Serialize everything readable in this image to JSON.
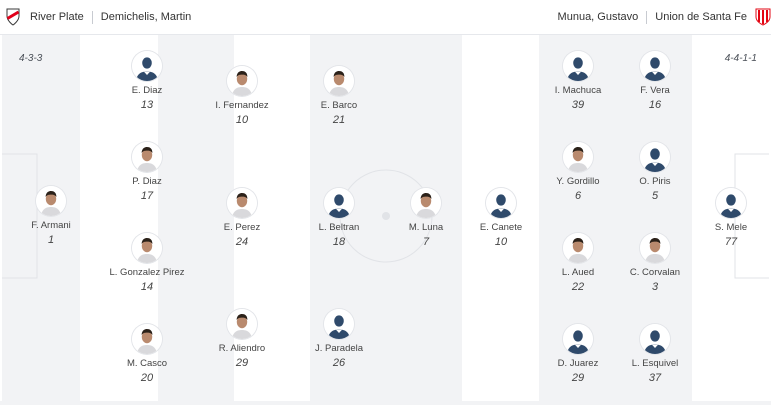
{
  "header": {
    "home": {
      "team": "River Plate",
      "coach": "Demichelis, Martin",
      "crest_icon": "river-plate-crest-icon"
    },
    "away": {
      "team": "Union de Santa Fe",
      "coach": "Munua, Gustavo",
      "crest_icon": "union-crest-icon"
    }
  },
  "formations": {
    "home": "4-3-3",
    "away": "4-4-1-1"
  },
  "colors": {
    "stripe": "#f2f3f5",
    "lines": "#e1e3e7",
    "text": "#444444",
    "river_red": "#e2001a",
    "union_red": "#e30613",
    "shirt_dark": "#2f4a6b"
  },
  "players": {
    "f_armani": {
      "name": "F. Armani",
      "number": "1",
      "photo": true
    },
    "e_diaz": {
      "name": "E. Diaz",
      "number": "13",
      "photo": false
    },
    "p_diaz": {
      "name": "P. Diaz",
      "number": "17",
      "photo": true
    },
    "l_gonzalez_pirez": {
      "name": "L. Gonzalez Pirez",
      "number": "14",
      "photo": true
    },
    "m_casco": {
      "name": "M. Casco",
      "number": "20",
      "photo": true
    },
    "i_fernandez": {
      "name": "I. Fernandez",
      "number": "10",
      "photo": true
    },
    "e_perez": {
      "name": "E. Perez",
      "number": "24",
      "photo": true
    },
    "r_aliendro": {
      "name": "R. Aliendro",
      "number": "29",
      "photo": true
    },
    "e_barco": {
      "name": "E. Barco",
      "number": "21",
      "photo": true
    },
    "l_beltran": {
      "name": "L. Beltran",
      "number": "18",
      "photo": false
    },
    "j_paradela": {
      "name": "J. Paradela",
      "number": "26",
      "photo": false
    },
    "m_luna": {
      "name": "M. Luna",
      "number": "7",
      "photo": true
    },
    "e_canete": {
      "name": "E. Canete",
      "number": "10",
      "photo": false
    },
    "i_machuca": {
      "name": "I. Machuca",
      "number": "39",
      "photo": false
    },
    "y_gordillo": {
      "name": "Y. Gordillo",
      "number": "6",
      "photo": true
    },
    "l_aued": {
      "name": "L. Aued",
      "number": "22",
      "photo": true
    },
    "d_juarez": {
      "name": "D. Juarez",
      "number": "29",
      "photo": false
    },
    "f_vera": {
      "name": "F. Vera",
      "number": "16",
      "photo": false
    },
    "o_piris": {
      "name": "O. Piris",
      "number": "5",
      "photo": false
    },
    "c_corvalan": {
      "name": "C. Corvalan",
      "number": "3",
      "photo": true
    },
    "l_esquivel": {
      "name": "L. Esquivel",
      "number": "37",
      "photo": false
    },
    "s_mele": {
      "name": "S. Mele",
      "number": "77",
      "photo": false
    }
  }
}
